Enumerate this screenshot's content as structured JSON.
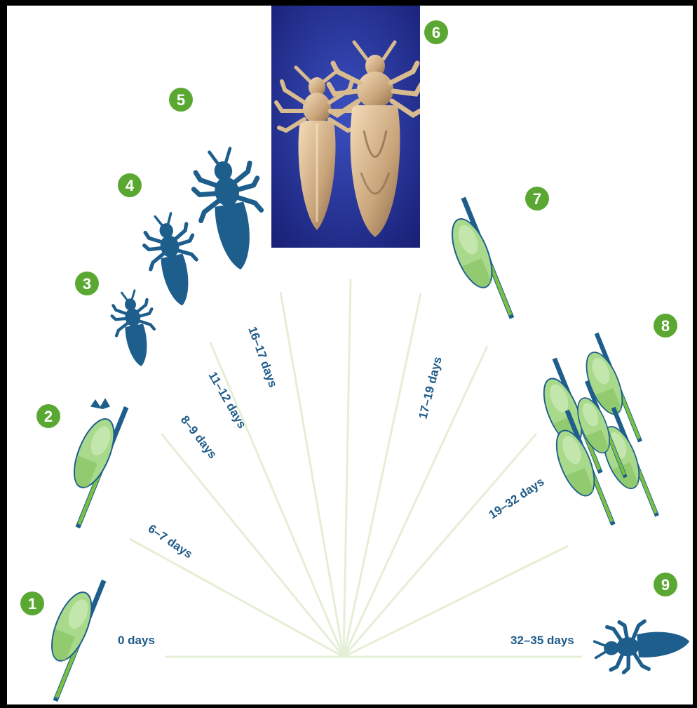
{
  "stages": [
    {
      "number": "1"
    },
    {
      "number": "2"
    },
    {
      "number": "3"
    },
    {
      "number": "4"
    },
    {
      "number": "5"
    },
    {
      "number": "6"
    },
    {
      "number": "7"
    },
    {
      "number": "8"
    },
    {
      "number": "9"
    }
  ],
  "timeline_labels": [
    {
      "text": "0 days"
    },
    {
      "text": "6–7 days"
    },
    {
      "text": "8–9 days"
    },
    {
      "text": "11–12 days"
    },
    {
      "text": "16–17 days"
    },
    {
      "text": "17–19 days"
    },
    {
      "text": "19–32 days"
    },
    {
      "text": "32–35 days"
    }
  ],
  "colors": {
    "badge_green": "#5aa832",
    "louse_blue": "#1d5e8c",
    "egg_light_green": "#a9d98a",
    "ray_green": "#e4efd6",
    "photo_background": "#1f2c95"
  },
  "photo": {
    "icon": "two-adult-lice-photo"
  }
}
